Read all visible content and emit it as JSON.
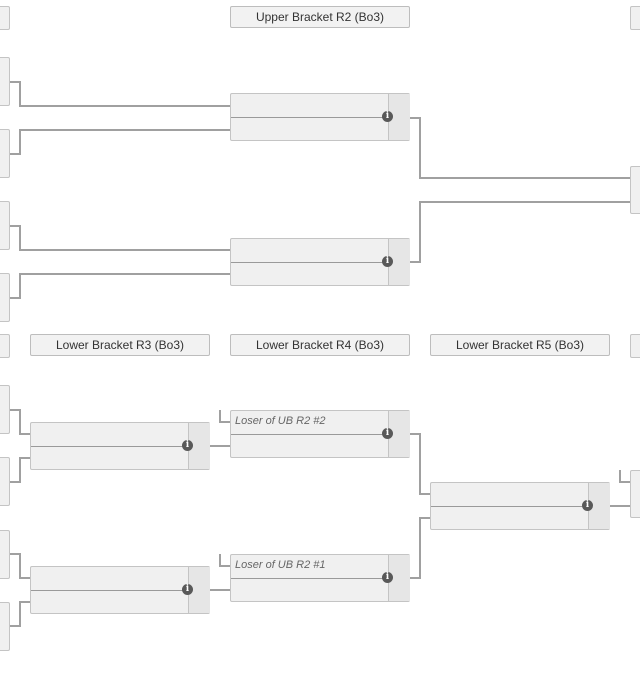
{
  "headers": {
    "upper_r2": "Upper Bracket R2 (Bo3)",
    "lower_r3": "Lower Bracket R3 (Bo3)",
    "lower_r4": "Lower Bracket R4 (Bo3)",
    "lower_r5": "Lower Bracket R5 (Bo3)"
  },
  "matches": {
    "lb_r4_m1": {
      "top": "Loser of UB R2 #2"
    },
    "lb_r4_m2": {
      "top": "Loser of UB R2 #1"
    }
  },
  "icons": {
    "info": "info-icon"
  }
}
